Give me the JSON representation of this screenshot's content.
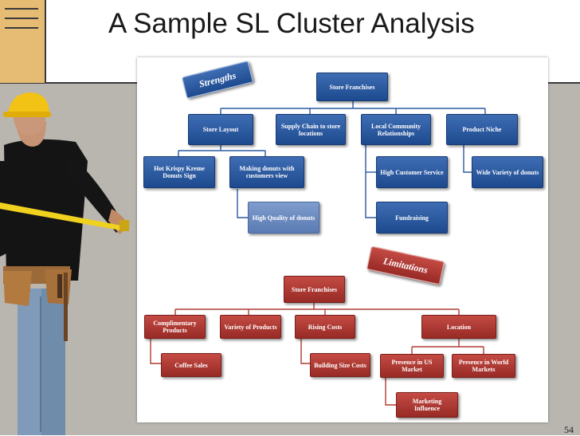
{
  "slide": {
    "title": "A Sample SL Cluster Analysis",
    "page_number": "54"
  },
  "strengths": {
    "tag": "Strengths",
    "root": "Store Franchises",
    "level1": [
      "Store Layout",
      "Supply Chain to store locations",
      "Local Community Relationships",
      "Product Niche"
    ],
    "store_layout_children": [
      "Hot Krispy Kreme Donuts Sign",
      "Making donuts with customers view"
    ],
    "making_donuts_child": "High Quality of donuts",
    "community_children": [
      "High Customer Service",
      "Fundraising"
    ],
    "niche_child": "Wide Variety of donuts"
  },
  "limitations": {
    "tag": "Limitations",
    "root": "Store Franchises",
    "level1": [
      "Complimentary Products",
      "Variety of Products",
      "Rising Costs",
      "Location"
    ],
    "complimentary_child": "Coffee Sales",
    "rising_costs_child": "Building Size Costs",
    "location_children": [
      "Presence in US Market",
      "Presence in World Markets"
    ],
    "us_market_child": "Marketing Influence"
  },
  "colors": {
    "strength_box": "#2a5aa0",
    "limitation_box": "#b03a33",
    "background_lower": "#b9b6b0",
    "left_panel": "#e6bb74"
  }
}
